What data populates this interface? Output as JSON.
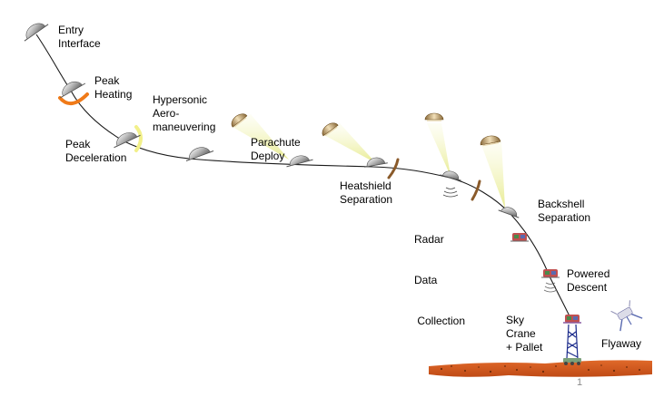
{
  "stages": [
    {
      "id": "entry-interface",
      "lines": [
        "Entry",
        "Interface"
      ]
    },
    {
      "id": "peak-heating",
      "lines": [
        "Peak",
        "Heating"
      ]
    },
    {
      "id": "peak-deceleration",
      "lines": [
        "Peak",
        "Deceleration"
      ]
    },
    {
      "id": "hypersonic-aero-maneuvering",
      "lines": [
        "Hypersonic",
        "Aero-",
        "maneuvering"
      ]
    },
    {
      "id": "parachute-deploy",
      "lines": [
        "Parachute",
        "Deploy"
      ]
    },
    {
      "id": "heatshield-separation",
      "lines": [
        "Heatshield",
        "Separation"
      ]
    },
    {
      "id": "radar-data-collection",
      "lines": [
        "Radar",
        "Data",
        " Collection"
      ]
    },
    {
      "id": "backshell-separation",
      "lines": [
        "Backshell",
        "Separation"
      ]
    },
    {
      "id": "powered-descent",
      "lines": [
        "Powered",
        "Descent"
      ]
    },
    {
      "id": "sky-crane-pallet",
      "lines": [
        "Sky",
        "Crane",
        "+ Pallet"
      ]
    },
    {
      "id": "flyaway",
      "lines": [
        "Flyaway"
      ]
    }
  ],
  "page_number": "1",
  "colors": {
    "trajectory": "#1a1a1a",
    "heat_glow": "#f07a18",
    "decel_glow": "#f2f08a",
    "parachute_cone": "#eef0a8",
    "parachute_canopy": "#c9a06a",
    "ground": "#d4561e",
    "heatshield": "#8a5a2a"
  }
}
